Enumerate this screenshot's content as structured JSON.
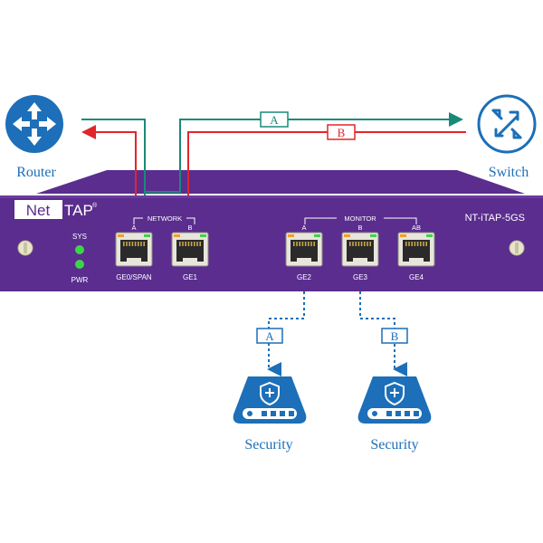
{
  "diagram": {
    "router_label": "Router",
    "switch_label": "Switch",
    "path_a_label": "A",
    "path_b_label": "B",
    "monitor_a_label": "A",
    "monitor_b_label": "B",
    "security_1_label": "Security",
    "security_2_label": "Security",
    "colors": {
      "path_a": "#1a8a78",
      "path_b": "#e0262a",
      "device_blue": "#1c6fb8",
      "chassis_purple": "#5a2d8e",
      "led_green": "#3ed44a"
    }
  },
  "device": {
    "brand_net": "Net",
    "brand_tap": "TAP",
    "brand_reg": "®",
    "model": "NT-iTAP-5GS",
    "led_sys": "SYS",
    "led_pwr": "PWR",
    "network_group": "NETWORK",
    "monitor_group": "MONITOR",
    "ports": [
      {
        "top": "A",
        "bottom": "GE0/SPAN"
      },
      {
        "top": "B",
        "bottom": "GE1"
      },
      {
        "top": "A",
        "bottom": "GE2"
      },
      {
        "top": "B",
        "bottom": "GE3"
      },
      {
        "top": "AB",
        "bottom": "GE4"
      }
    ]
  }
}
